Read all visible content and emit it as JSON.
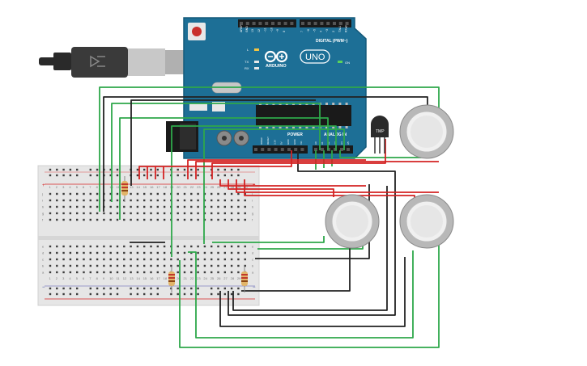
{
  "board": {
    "aref": "AREF",
    "gnd": "GND",
    "pins_high": [
      "13",
      "12",
      "~11",
      "~10",
      "~9",
      "8"
    ],
    "pins_low": [
      "7",
      "~6",
      "~5",
      "4",
      "~3",
      "2",
      "TX▸1",
      "RX◂0"
    ],
    "digital_label": "DIGITAL (PWM~)",
    "led_l": "L",
    "led_tx": "TX",
    "led_rx": "RX",
    "brand": "ARDUINO",
    "model": "UNO",
    "on_label": "ON",
    "power_label": "POWER",
    "analog_label": "ANALOG IN",
    "power_pins": [
      "IOREF",
      "RESET",
      "3.3V",
      "5V",
      "GND",
      "GND",
      "Vin"
    ],
    "analog_pins": [
      "A0",
      "A1",
      "A2",
      "A3",
      "A4",
      "A5"
    ]
  },
  "temp_sensor": {
    "label": "TMP"
  },
  "breadboard": {
    "rows_top": [
      "j",
      "i",
      "h",
      "g",
      "f"
    ],
    "rows_bottom": [
      "e",
      "d",
      "c",
      "b",
      "a"
    ],
    "columns": [
      "1",
      "2",
      "3",
      "4",
      "5",
      "6",
      "7",
      "8",
      "9",
      "10",
      "11",
      "12",
      "13",
      "14",
      "15",
      "16",
      "17",
      "18",
      "19",
      "20",
      "21",
      "22",
      "23",
      "24",
      "25",
      "26",
      "27",
      "28",
      "29",
      "30"
    ],
    "plus": "+",
    "minus": "−"
  },
  "colors": {
    "board": "#1d6f96",
    "wire_green": "#2ea84a",
    "wire_black": "#222222",
    "wire_red": "#d42323",
    "breadboard": "#e6e6e6"
  }
}
